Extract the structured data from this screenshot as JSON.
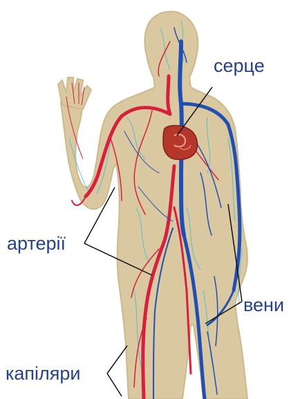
{
  "labels": {
    "heart": "серце",
    "arteries": "артерії",
    "veins": "вени",
    "capillaries": "капіляри"
  },
  "colors": {
    "body_fill": "#d9c8a0",
    "body_outline": "#cdb98c",
    "artery": "#d8203c",
    "vein": "#1f4fb4",
    "capillary_light": "#3cb9d8",
    "heart": "#b5372b",
    "label_text": "#24418f",
    "leader_line": "#111111"
  }
}
